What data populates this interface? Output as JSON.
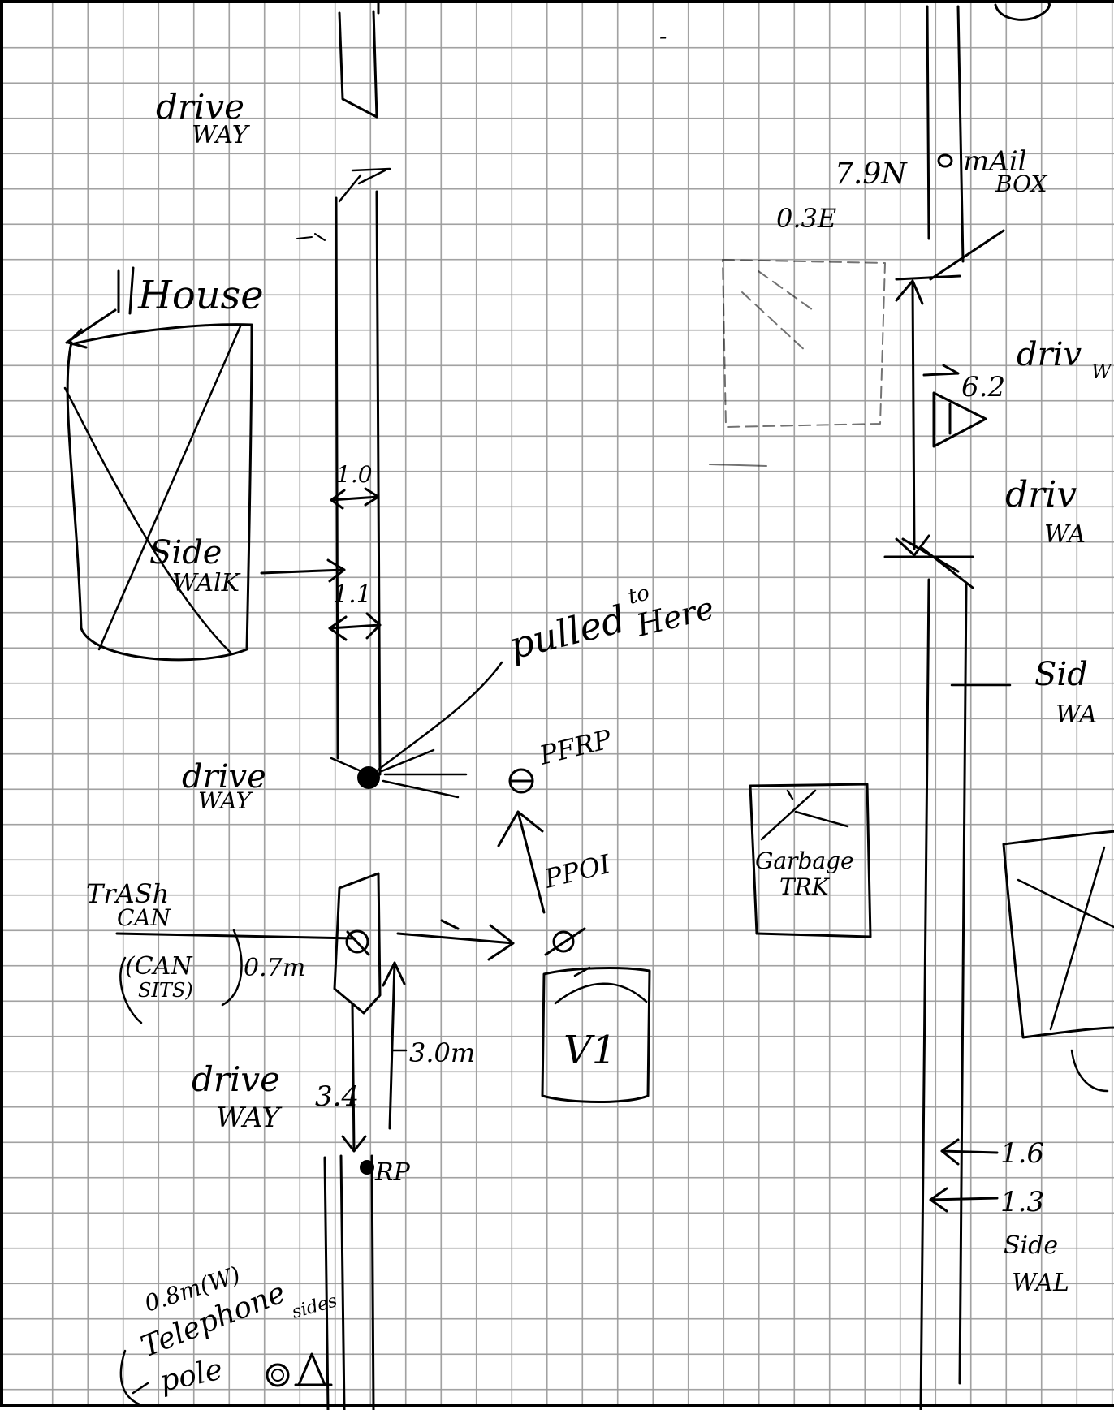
{
  "labels": {
    "driveway_top_left": [
      "drive",
      "WAY"
    ],
    "house": "House",
    "sidewalk_left": [
      "Side",
      "WAlK"
    ],
    "dim_1_0": "1.0",
    "dim_1_1": "1.1",
    "pulled_to_here": [
      "pulled",
      "to",
      "Here"
    ],
    "driveway_mid_left": [
      "drive",
      "WAY"
    ],
    "pfrp": "PFRP",
    "ppoi": "PPOI",
    "garbage_truck": [
      "Garbage",
      "TRK"
    ],
    "trash_can": [
      "TrASh",
      "CAN"
    ],
    "can_sits": [
      "(CAN",
      "SITS)"
    ],
    "dim_0_7m": "0.7m",
    "dim_3_0m": "3.0m",
    "dim_3_4": "3.4",
    "v1": "V1",
    "driveway_low_left": [
      "drive",
      "WAY"
    ],
    "rp": "RP",
    "dim_0_8m": "0.8m(W)",
    "telephone_pole": [
      "Telephone",
      "pole"
    ],
    "sides": "sides",
    "mailbox_coords": [
      "7.9N",
      "0.3E"
    ],
    "mailbox": [
      "mAil",
      "BOX"
    ],
    "dim_6_2": "6.2",
    "driveway_right_1": [
      "driv",
      "W"
    ],
    "driveway_right_2": [
      "driv",
      "WA"
    ],
    "sidewalk_right_top": [
      "Sid",
      "WA"
    ],
    "dim_1_6": "1.6",
    "dim_1_3": "1.3",
    "sidewalk_right_bottom": [
      "Side",
      "WAL"
    ],
    "top_mark": "-"
  }
}
